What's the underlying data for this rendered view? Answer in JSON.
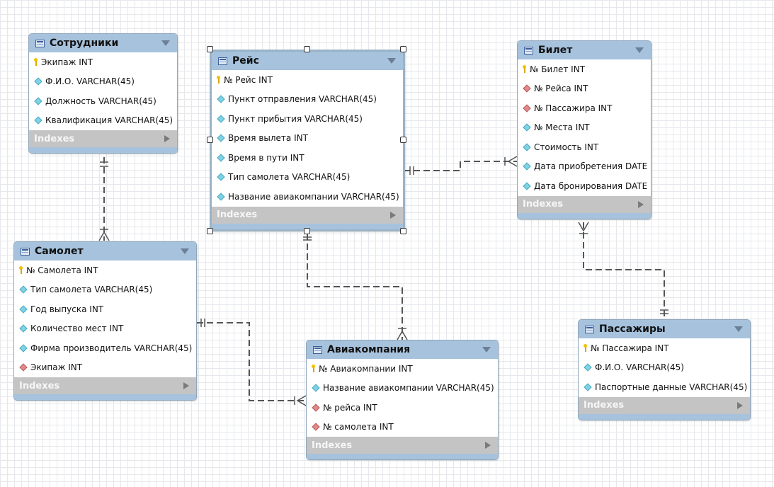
{
  "colors": {
    "header_bg": "#a6c2dd",
    "indexes_bg": "#c4c4c4",
    "connector": "#555555",
    "pk_key": "#f2c200",
    "attr_diamond": "#7fd3e3",
    "fk_diamond": "#e08a8a"
  },
  "indexes_label": "Indexes",
  "tables": {
    "sotrudniki": {
      "name": "Сотрудники",
      "columns": [
        {
          "text": "Экипаж INT",
          "icon": "key-icon"
        },
        {
          "text": "Ф.И.О. VARCHAR(45)",
          "icon": "attribute-diamond-icon"
        },
        {
          "text": "Должность VARCHAR(45)",
          "icon": "attribute-diamond-icon"
        },
        {
          "text": "Квалификация VARCHAR(45)",
          "icon": "attribute-diamond-icon"
        }
      ]
    },
    "reis": {
      "name": "Рейс",
      "selected": true,
      "columns": [
        {
          "text": "№ Рейс INT",
          "icon": "key-icon"
        },
        {
          "text": "Пункт отправления VARCHAR(45)",
          "icon": "attribute-diamond-icon"
        },
        {
          "text": "Пункт прибытия VARCHAR(45)",
          "icon": "attribute-diamond-icon"
        },
        {
          "text": "Время вылета INT",
          "icon": "attribute-diamond-icon"
        },
        {
          "text": "Время в пути INT",
          "icon": "attribute-diamond-icon"
        },
        {
          "text": "Тип самолета VARCHAR(45)",
          "icon": "attribute-diamond-icon"
        },
        {
          "text": "Название авиакомпании VARCHAR(45)",
          "icon": "attribute-diamond-icon"
        }
      ]
    },
    "bilet": {
      "name": "Билет",
      "columns": [
        {
          "text": "№ Билет INT",
          "icon": "key-icon"
        },
        {
          "text": "№ Рейса INT",
          "icon": "foreign-key-diamond-icon"
        },
        {
          "text": "№ Пассажира INT",
          "icon": "foreign-key-diamond-icon"
        },
        {
          "text": "№ Места INT",
          "icon": "attribute-diamond-icon"
        },
        {
          "text": "Стоимость INT",
          "icon": "attribute-diamond-icon"
        },
        {
          "text": "Дата приобретения DATE",
          "icon": "attribute-diamond-icon"
        },
        {
          "text": "Дата бронирования DATE",
          "icon": "attribute-diamond-icon"
        }
      ]
    },
    "samolet": {
      "name": "Самолет",
      "columns": [
        {
          "text": "№ Самолета INT",
          "icon": "key-icon"
        },
        {
          "text": "Тип самолета VARCHAR(45)",
          "icon": "attribute-diamond-icon"
        },
        {
          "text": "Год выпуска INT",
          "icon": "attribute-diamond-icon"
        },
        {
          "text": "Количество мест INT",
          "icon": "attribute-diamond-icon"
        },
        {
          "text": "Фирма производитель VARCHAR(45)",
          "icon": "attribute-diamond-icon"
        },
        {
          "text": "Экипаж INT",
          "icon": "foreign-key-diamond-icon"
        }
      ]
    },
    "aviakompaniya": {
      "name": "Авиакомпания",
      "columns": [
        {
          "text": "№ Авиакомпании INT",
          "icon": "key-icon"
        },
        {
          "text": "Название авиакомпании VARCHAR(45)",
          "icon": "attribute-diamond-icon"
        },
        {
          "text": "№ рейса INT",
          "icon": "foreign-key-diamond-icon"
        },
        {
          "text": "№ самолета INT",
          "icon": "foreign-key-diamond-icon"
        }
      ]
    },
    "passazhiry": {
      "name": "Пассажиры",
      "columns": [
        {
          "text": "№ Пассажира INT",
          "icon": "key-icon"
        },
        {
          "text": "Ф.И.О. VARCHAR(45)",
          "icon": "attribute-diamond-icon"
        },
        {
          "text": "Паспортные данные VARCHAR(45)",
          "icon": "attribute-diamond-icon"
        }
      ]
    }
  },
  "relationships": [
    {
      "from": "Сотрудники",
      "to": "Самолет"
    },
    {
      "from": "Рейс",
      "to": "Билет"
    },
    {
      "from": "Рейс",
      "to": "Авиакомпания"
    },
    {
      "from": "Самолет",
      "to": "Авиакомпания"
    },
    {
      "from": "Билет",
      "to": "Пассажиры"
    }
  ]
}
